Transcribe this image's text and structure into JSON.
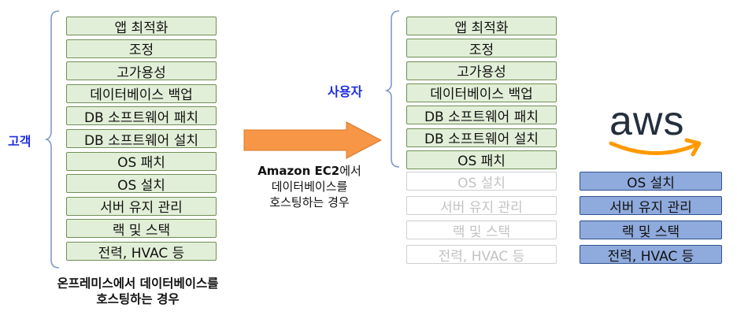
{
  "left": {
    "side_label": "고객",
    "stack": [
      "앱 최적화",
      "조정",
      "고가용성",
      "데이터베이스 백업",
      "DB 소프트웨어 패치",
      "DB 소프트웨어 설치",
      "OS 패치",
      "OS 설치",
      "서버 유지 관리",
      "랙 및 스택",
      "전력, HVAC 등"
    ],
    "caption": [
      "온프레미스에서 데이터베이스를",
      "호스팅하는 경우"
    ]
  },
  "arrow": {
    "caption_strong": "Amazon EC2",
    "caption_rest": "에서",
    "caption_lines": [
      "데이터베이스를",
      "호스팅하는 경우"
    ]
  },
  "right": {
    "side_label": "사용자",
    "user_stack": [
      "앱 최적화",
      "조정",
      "고가용성",
      "데이터베이스 백업",
      "DB 소프트웨어 패치",
      "DB 소프트웨어 설치",
      "OS 패치"
    ],
    "faded_stack": [
      "OS 설치",
      "서버 유지 관리",
      "랙 및 스택",
      "전력, HVAC 등"
    ],
    "aws_stack": [
      "OS 설치",
      "서버 유지 관리",
      "랙 및 스택",
      "전력, HVAC 등"
    ],
    "logo_text": "aws"
  },
  "colors": {
    "green_fill": "#e2efd8",
    "green_border": "#6f8f56",
    "blue_fill": "#8faadc",
    "blue_border": "#2f528f",
    "arrow_fill": "#f79646",
    "label_blue": "#1f2ee0",
    "aws_orange": "#ff9900",
    "aws_text": "#232f3e"
  }
}
